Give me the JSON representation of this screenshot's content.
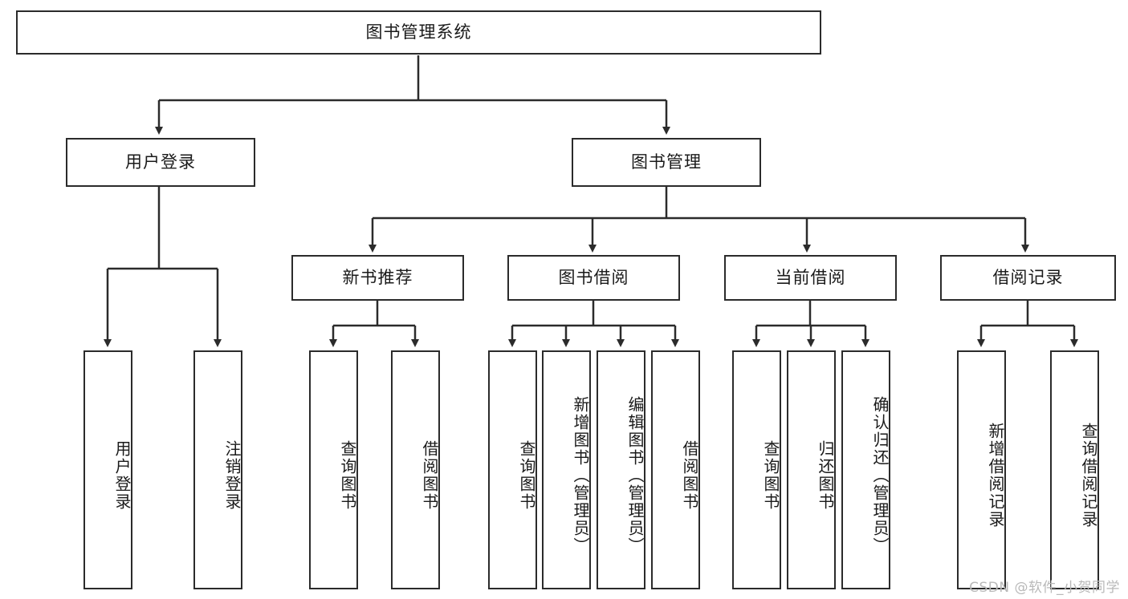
{
  "diagram": {
    "title": "图书管理系统",
    "type": "tree-hierarchy-chart",
    "stroke_color": "#2b2b2b",
    "background_color": "#ffffff",
    "text_color": "#1a1a1a"
  },
  "root": {
    "label": "图书管理系统"
  },
  "level1": [
    {
      "label": "用户登录"
    },
    {
      "label": "图书管理"
    }
  ],
  "level2": [
    {
      "label": "新书推荐"
    },
    {
      "label": "图书借阅"
    },
    {
      "label": "当前借阅"
    },
    {
      "label": "借阅记录"
    }
  ],
  "leaves": {
    "user_login": [
      {
        "label": "用户登录"
      },
      {
        "label": "注销登录"
      }
    ],
    "new_book": [
      {
        "label": "查询图书"
      },
      {
        "label": "借阅图书"
      }
    ],
    "book_borrow": [
      {
        "label": "查询图书"
      },
      {
        "label": "新增图书（管理员）"
      },
      {
        "label": "编辑图书（管理员）"
      },
      {
        "label": "借阅图书"
      }
    ],
    "current_borrow": [
      {
        "label": "查询图书"
      },
      {
        "label": "归还图书"
      },
      {
        "label": "确认归还（管理员）"
      }
    ],
    "borrow_record": [
      {
        "label": "新增借阅记录"
      },
      {
        "label": "查询借阅记录"
      }
    ]
  },
  "watermark": {
    "text": "CSDN @软件_小贺同学"
  }
}
